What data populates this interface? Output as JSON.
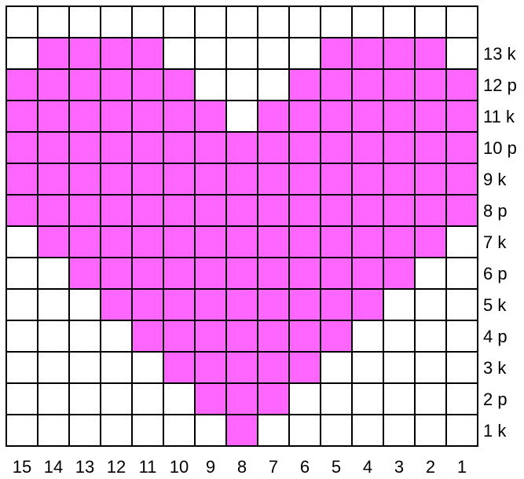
{
  "chart_data": {
    "type": "heatmap",
    "title": "",
    "colors": {
      "filled": "#ff66ff",
      "empty": "#ffffff",
      "grid": "#000000"
    },
    "column_labels": [
      "15",
      "14",
      "13",
      "12",
      "11",
      "10",
      "9",
      "8",
      "7",
      "6",
      "5",
      "4",
      "3",
      "2",
      "1"
    ],
    "row_labels": [
      "",
      "13 k",
      "12 p",
      "11 k",
      "10 p",
      "9 k",
      "8 p",
      "7 k",
      "6 p",
      "5 k",
      "4 p",
      "3 k",
      "2 p",
      "1 k"
    ],
    "cells": [
      "000000000000000",
      "011110000011110",
      "111111000111111",
      "111111101111111",
      "111111111111111",
      "111111111111111",
      "111111111111111",
      "011111111111110",
      "001111111111100",
      "000111111111000",
      "000011111110000",
      "000001111100000",
      "000000111000000",
      "000000010000000"
    ]
  }
}
